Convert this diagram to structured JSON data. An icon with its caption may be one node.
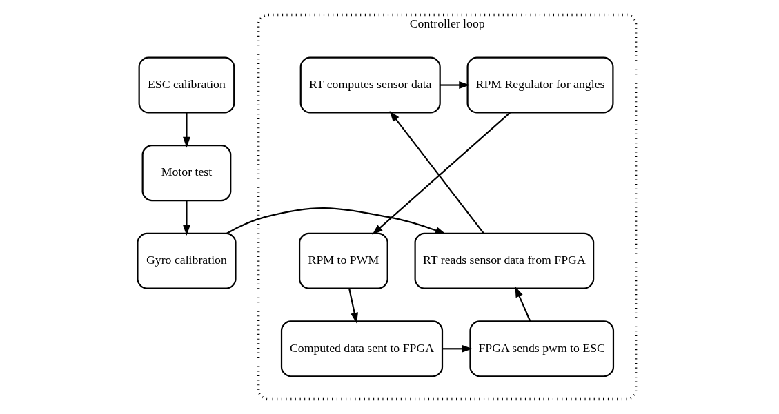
{
  "diagram": {
    "nodes": [
      {
        "text": [
          "ESC calibration"
        ]
      },
      {
        "text": [
          "Motor test"
        ]
      },
      {
        "text": [
          "Gyro calibration"
        ]
      },
      {
        "text": [
          "Controller loop"
        ]
      },
      {
        "text": [
          "RT reads sensor data from FPGA"
        ],
        "in": 3
      },
      {
        "text": [
          "RT computes sensor data"
        ],
        "in": 3
      },
      {
        "text": [
          "RPM Regulator for angles"
        ],
        "in": 3
      },
      {
        "text": [
          "RPM to PWM"
        ],
        "in": 3
      },
      {
        "text": [
          "Computed data sent to FPGA"
        ],
        "in": 3
      },
      {
        "text": [
          "FPGA sends pwm to ESC"
        ],
        "in": 3
      }
    ],
    "edges": [
      {
        "from": 0,
        "to": 1,
        "arrow": "to"
      },
      {
        "from": 1,
        "to": 2,
        "arrow": "to"
      },
      {
        "from": 2,
        "to": 4,
        "arrow": "to"
      },
      {
        "from": 4,
        "to": 5,
        "arrow": "to"
      },
      {
        "from": 5,
        "to": 6,
        "arrow": "to"
      },
      {
        "from": 6,
        "to": 7,
        "arrow": "to"
      },
      {
        "from": 7,
        "to": 8,
        "arrow": "to"
      },
      {
        "from": 8,
        "to": 9,
        "arrow": "to"
      },
      {
        "from": 9,
        "to": 4,
        "arrow": "to"
      }
    ]
  }
}
